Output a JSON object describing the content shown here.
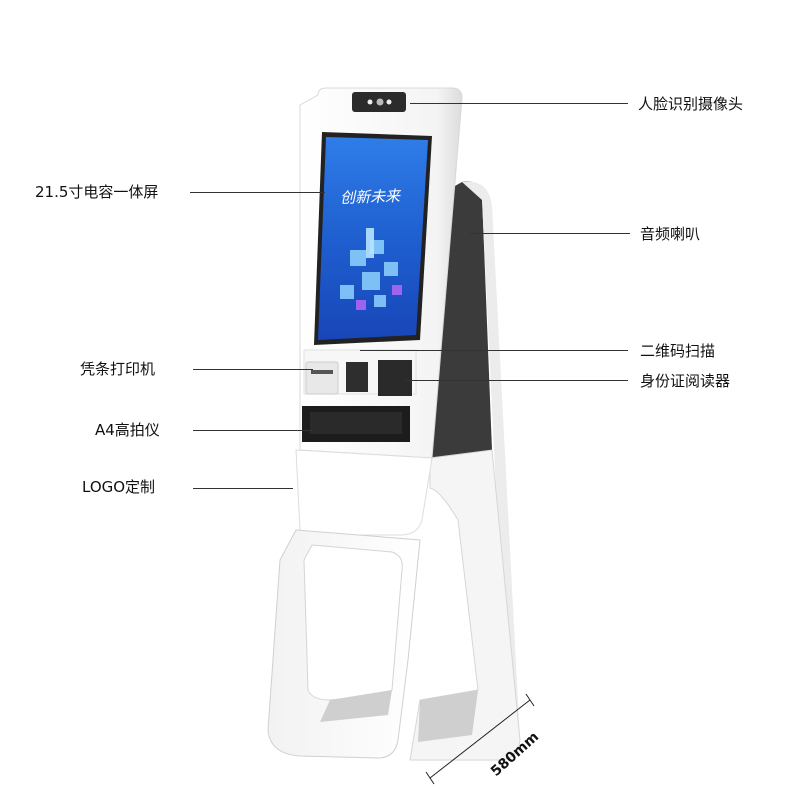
{
  "callouts": {
    "face_camera": "人脸识别摄像头",
    "touch_screen": "21.5寸电容一体屏",
    "speaker": "音频喇叭",
    "qr_scanner": "二维码扫描",
    "receipt_printer": "凭条打印机",
    "id_reader": "身份证阅读器",
    "a4_scanner": "A4高拍仪",
    "logo": "LOGO定制"
  },
  "screen": {
    "headline": "创新未来"
  },
  "dimension": {
    "width": "580mm"
  },
  "colors": {
    "body": "#ffffff",
    "back_panel": "#3a3a3a",
    "screen_blue": "#1e5fd1",
    "label_line": "#333333"
  }
}
